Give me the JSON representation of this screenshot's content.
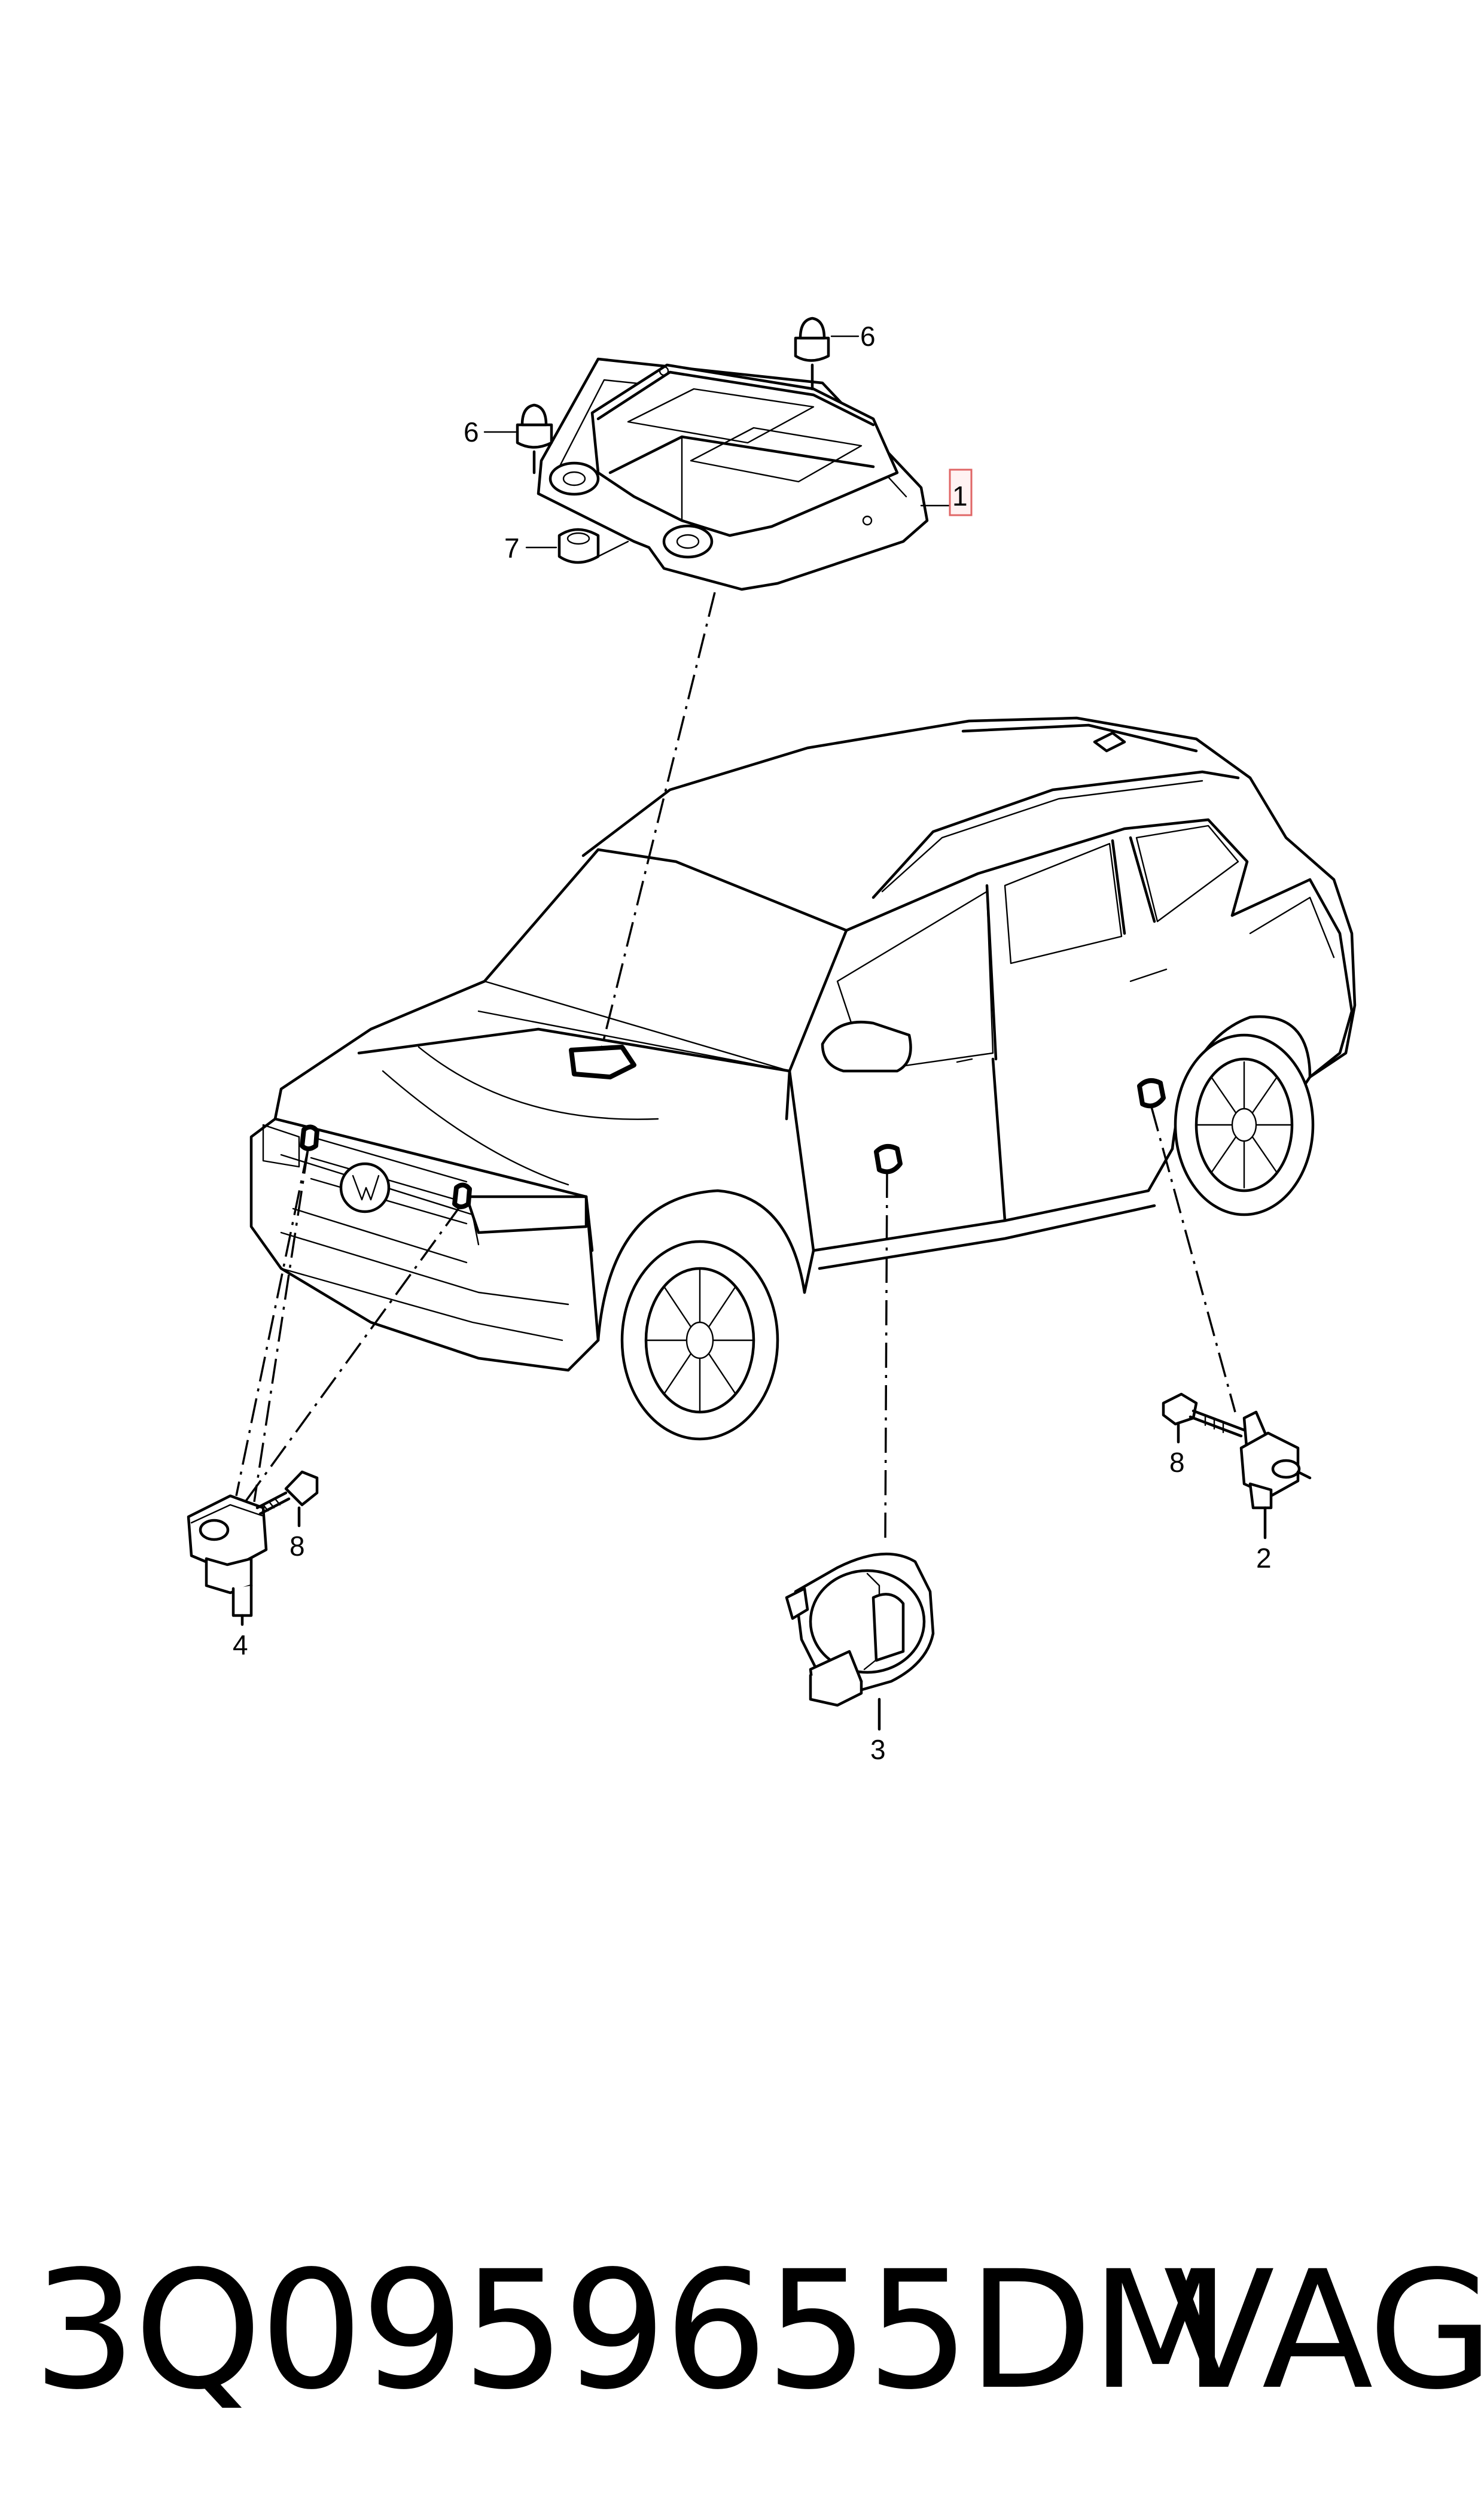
{
  "callouts": {
    "c1": "1",
    "c2": "2",
    "c3": "3",
    "c4": "4",
    "c6a": "6",
    "c6b": "6",
    "c7": "7",
    "c8a": "8",
    "c8b": "8"
  },
  "part_number": "3Q0959655DM",
  "brand": "VAG",
  "colors": {
    "line": "#000000",
    "background": "#ffffff",
    "highlight_border": "#e06666",
    "highlight_fill": "#fff2f2"
  }
}
